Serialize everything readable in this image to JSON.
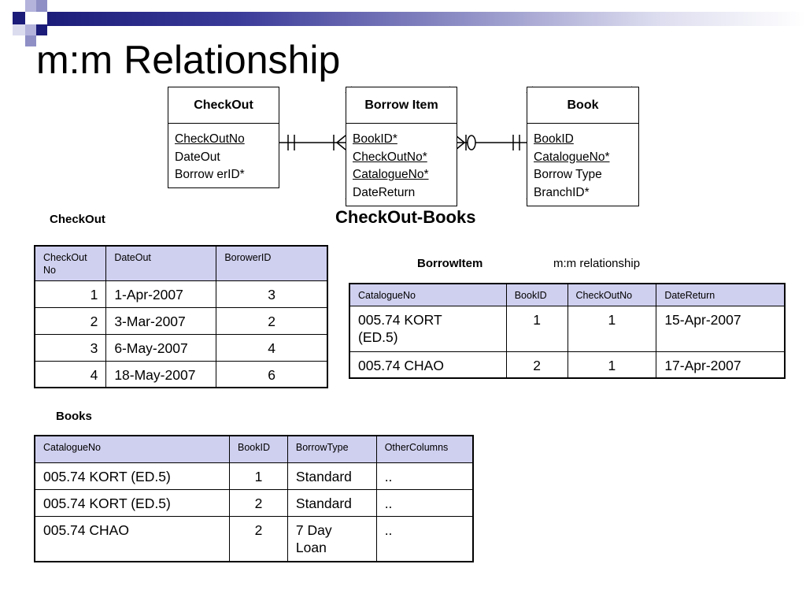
{
  "title": "m:m Relationship",
  "subtitle": "CheckOut-Books",
  "er": {
    "checkout": {
      "name": "CheckOut",
      "attrs": [
        {
          "text": "CheckOutNo",
          "pk": true
        },
        {
          "text": "DateOut",
          "pk": false
        },
        {
          "text": "Borrow erID*",
          "pk": false
        }
      ]
    },
    "borrowitem": {
      "name": "Borrow Item",
      "attrs": [
        {
          "text": "BookID*",
          "pk": true
        },
        {
          "text": "CheckOutNo*",
          "pk": true
        },
        {
          "text": "CatalogueNo*",
          "pk": true
        },
        {
          "text": "DateReturn",
          "pk": false
        }
      ]
    },
    "book": {
      "name": "Book",
      "attrs": [
        {
          "text": "BookID",
          "pk": true
        },
        {
          "text": "CatalogueNo*",
          "pk": true
        },
        {
          "text": "Borrow Type",
          "pk": false
        },
        {
          "text": "BranchID*",
          "pk": false
        }
      ]
    }
  },
  "labels": {
    "checkout": "CheckOut",
    "borrowitem": "BorrowItem",
    "mm": "m:m relationship",
    "books": "Books"
  },
  "tables": {
    "checkout": {
      "headers": [
        "CheckOut No",
        "DateOut",
        "BorowerID"
      ],
      "rows": [
        [
          "1",
          "1-Apr-2007",
          "3"
        ],
        [
          "2",
          "3-Mar-2007",
          "2"
        ],
        [
          "3",
          "6-May-2007",
          "4"
        ],
        [
          "4",
          "18-May-2007",
          "6"
        ]
      ]
    },
    "borrowitem": {
      "headers": [
        "CatalogueNo",
        "BookID",
        "CheckOutNo",
        "DateReturn"
      ],
      "rows": [
        [
          "005.74 KORT (ED.5)",
          "1",
          "1",
          "15-Apr-2007"
        ],
        [
          "005.74 CHAO",
          "2",
          "1",
          "17-Apr-2007"
        ]
      ]
    },
    "books": {
      "headers": [
        "CatalogueNo",
        "BookID",
        "BorrowType",
        "OtherColumns"
      ],
      "rows": [
        [
          "005.74 KORT (ED.5)",
          "1",
          "Standard",
          ".."
        ],
        [
          "005.74 KORT (ED.5)",
          "2",
          "Standard",
          ".."
        ],
        [
          "005.74 CHAO",
          "2",
          "7 Day Loan",
          ".."
        ]
      ]
    }
  }
}
